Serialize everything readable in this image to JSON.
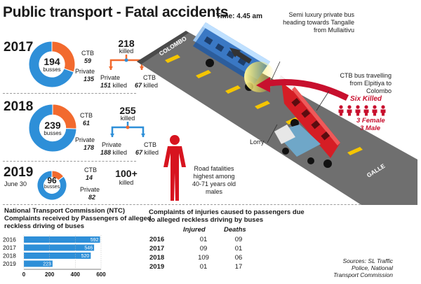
{
  "title": "Public transport - Fatal accidents",
  "colors": {
    "private": "#2e8fd8",
    "ctb": "#f26a2e",
    "accent_red": "#c8102e",
    "ntc_bar": "#2e8fd8"
  },
  "years": [
    {
      "year": "2017",
      "note": "",
      "total": "194",
      "unit": "busses",
      "ctb_label": "CTB",
      "ctb": "59",
      "private_label": "Private",
      "private": "135",
      "ctb_value": 59,
      "private_value": 135,
      "killed_total": "218",
      "killed_word": "killed",
      "killed_private_label": "Private",
      "killed_private": "151",
      "killed_ctb_label": "CTB",
      "killed_ctb": "67",
      "killed_unit": "killed"
    },
    {
      "year": "2018",
      "note": "",
      "total": "239",
      "unit": "busses",
      "ctb_label": "CTB",
      "ctb": "61",
      "private_label": "Private",
      "private": "178",
      "ctb_value": 61,
      "private_value": 178,
      "killed_total": "255",
      "killed_word": "killed",
      "killed_private_label": "Private",
      "killed_private": "188",
      "killed_ctb_label": "CTB",
      "killed_ctb": "67",
      "killed_unit": "killed"
    },
    {
      "year": "2019",
      "note": "June 30",
      "total": "96",
      "unit": "busses",
      "ctb_label": "CTB",
      "ctb": "14",
      "private_label": "Private",
      "private": "82",
      "ctb_value": 14,
      "private_value": 82,
      "killed_total": "100+",
      "killed_word": "killed"
    }
  ],
  "illustration": {
    "time": "Time: 4.45 am",
    "semi_luxury": "Semi luxury private bus heading towards Tangalle from Mullaitivu",
    "ctb_bus": "CTB bus travelling from Elpitiya to Colombo",
    "six_killed": "Six Killed",
    "female": "3 Female",
    "male": "3 Male",
    "lorry": "Lorry",
    "colombo": "COLOMBO",
    "galle": "GALLE"
  },
  "fatalities_note": "Road fatalities highest among 40-71 years old males",
  "ntc": {
    "title": "National Transport Commission (NTC) Complaints received by Passengers of alleged reckless driving of buses"
  },
  "injuries": {
    "title": "Complaints of injuries caused to passengers due to alleged reckless driving by buses",
    "col_injured": "Injured",
    "col_deaths": "Deaths",
    "rows": [
      {
        "year": "2016",
        "injured": "01",
        "deaths": "09"
      },
      {
        "year": "2017",
        "injured": "09",
        "deaths": "01"
      },
      {
        "year": "2018",
        "injured": "109",
        "deaths": "06"
      },
      {
        "year": "2019",
        "injured": "01",
        "deaths": "17"
      }
    ]
  },
  "source": "Sources: SL Traffic Police, National Transport Commission",
  "chart_data": [
    {
      "type": "pie",
      "title": "2017",
      "categories": [
        "CTB",
        "Private"
      ],
      "values": [
        59,
        135
      ],
      "total": 194
    },
    {
      "type": "pie",
      "title": "2018",
      "categories": [
        "CTB",
        "Private"
      ],
      "values": [
        61,
        178
      ],
      "total": 239
    },
    {
      "type": "pie",
      "title": "2019",
      "categories": [
        "CTB",
        "Private"
      ],
      "values": [
        14,
        82
      ],
      "total": 96
    },
    {
      "type": "bar",
      "orientation": "horizontal",
      "categories": [
        "2016",
        "2017",
        "2018",
        "2019"
      ],
      "values": [
        592,
        546,
        520,
        223
      ],
      "value_labels": [
        "592",
        "546",
        "520",
        "223"
      ],
      "xticks": [
        "0",
        "200",
        "400",
        "600"
      ],
      "xlim": [
        0,
        600
      ]
    }
  ]
}
